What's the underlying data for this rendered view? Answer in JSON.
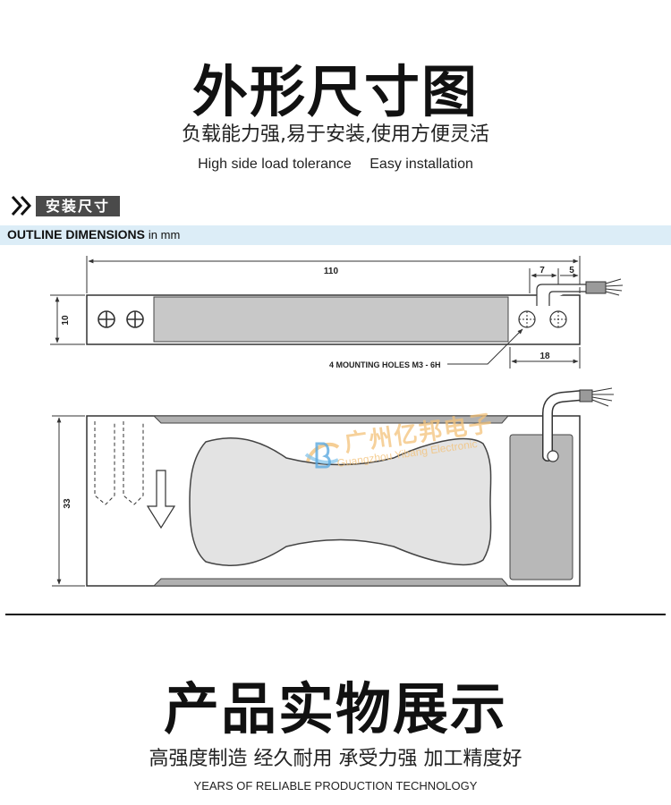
{
  "section1": {
    "title": "外形尺寸图",
    "subtitle": "负载能力强,易于安装,使用方便灵活",
    "features": [
      "High side load tolerance",
      "Easy installation"
    ]
  },
  "install_tag": "安装尺寸",
  "outline": {
    "title": "OUTLINE DIMENSIONS",
    "unit": "in mm"
  },
  "drawing": {
    "dim_length": "110",
    "dim_height_top": "10",
    "dim_height_side": "33",
    "dim_7": "7",
    "dim_5": "5",
    "dim_18": "18",
    "holes_note": "4 MOUNTING HOLES  M3 - 6H"
  },
  "watermark": {
    "cn": "广州亿邦电子",
    "en": "Guangzhou Yibang Electronic"
  },
  "section2": {
    "title": "产品实物展示",
    "subtitle": "高强度制造 经久耐用 承受力强 加工精度好",
    "tagline": "YEARS OF RELIABLE PRODUCTION TECHNOLOGY"
  },
  "colors": {
    "bar": "#dcedf7",
    "tag": "#4a4a4a",
    "gauge": "#c8c8c8",
    "watermark": "#f3c27a"
  }
}
